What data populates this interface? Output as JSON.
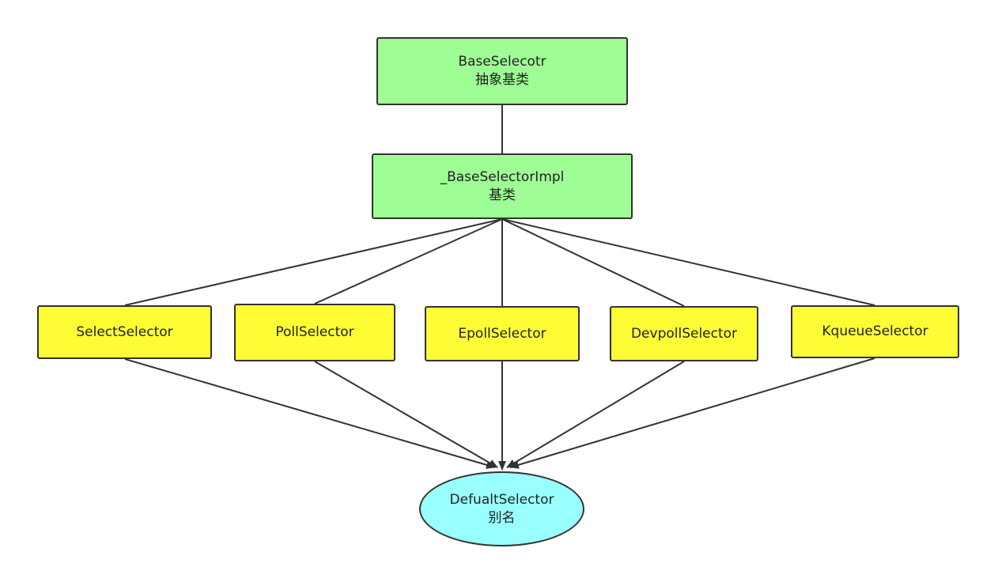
{
  "colors": {
    "abstract_fill": "#9ffd95",
    "impl_fill": "#fefd35",
    "alias_fill": "#99ffff",
    "stroke": "#333333"
  },
  "nodes": {
    "base_selector": {
      "title": "BaseSelecotr",
      "subtitle": "抽象基类"
    },
    "base_selector_impl": {
      "title": "_BaseSelectorImpl",
      "subtitle": "基类"
    },
    "select_selector": {
      "title": "SelectSelector"
    },
    "poll_selector": {
      "title": "PollSelector"
    },
    "epoll_selector": {
      "title": "EpollSelector"
    },
    "devpoll_selector": {
      "title": "DevpollSelector"
    },
    "kqueue_selector": {
      "title": "KqueueSelector"
    },
    "default_selector": {
      "title": "DefualtSelector",
      "subtitle": "别名"
    }
  },
  "edges": [
    {
      "from": "base_selector",
      "to": "base_selector_impl",
      "arrow": false
    },
    {
      "from": "base_selector_impl",
      "to": "select_selector",
      "arrow": false
    },
    {
      "from": "base_selector_impl",
      "to": "poll_selector",
      "arrow": false
    },
    {
      "from": "base_selector_impl",
      "to": "epoll_selector",
      "arrow": false
    },
    {
      "from": "base_selector_impl",
      "to": "devpoll_selector",
      "arrow": false
    },
    {
      "from": "base_selector_impl",
      "to": "kqueue_selector",
      "arrow": false
    },
    {
      "from": "select_selector",
      "to": "default_selector",
      "arrow": true
    },
    {
      "from": "poll_selector",
      "to": "default_selector",
      "arrow": true
    },
    {
      "from": "epoll_selector",
      "to": "default_selector",
      "arrow": true
    },
    {
      "from": "devpoll_selector",
      "to": "default_selector",
      "arrow": true
    },
    {
      "from": "kqueue_selector",
      "to": "default_selector",
      "arrow": true
    }
  ]
}
